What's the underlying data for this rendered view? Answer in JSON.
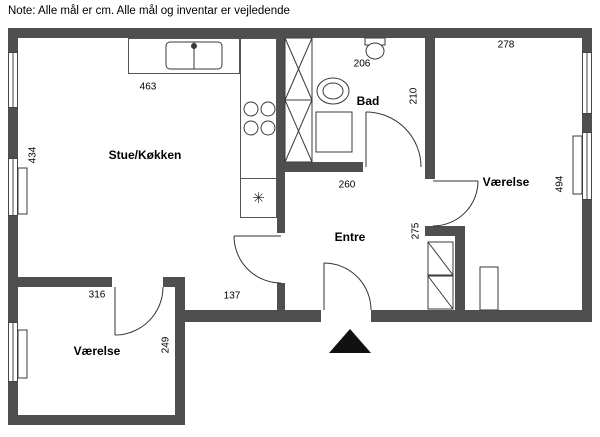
{
  "note": "Note: Alle mål er cm. Alle mål og inventar er vejledende",
  "rooms": {
    "living_kitchen": "Stue/Køkken",
    "bath": "Bad",
    "bedroom_right": "Værelse",
    "entry": "Entre",
    "bedroom_bottom": "Værelse"
  },
  "dimensions": {
    "living_width": "463",
    "living_height": "434",
    "bath_width": "206",
    "bath_height": "210",
    "bedroom_right_width": "278",
    "bedroom_right_height": "494",
    "bath_bottom_width": "260",
    "entry_height": "275",
    "bedroom_bottom_width": "316",
    "hall_width": "137",
    "bedroom_bottom_height": "249"
  },
  "icons": {
    "freezer": "✳"
  },
  "colors": {
    "wall": "#4f4f4f"
  }
}
